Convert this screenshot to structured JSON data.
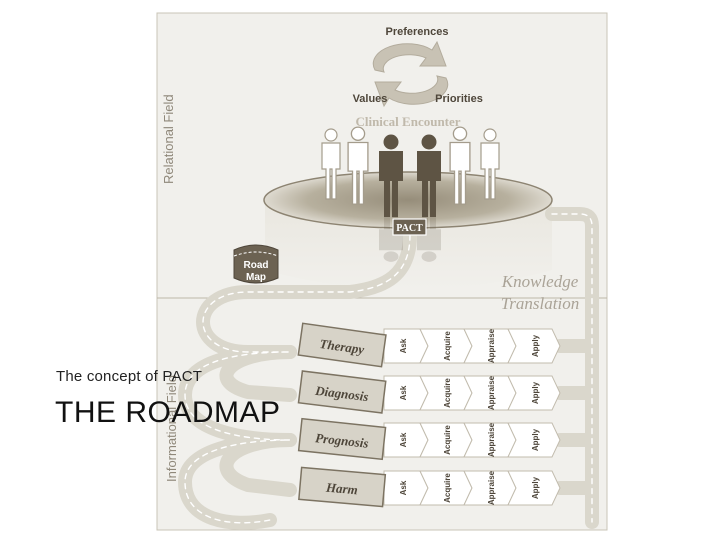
{
  "diagram": {
    "cycle": {
      "top": "Preferences",
      "left": "Values",
      "right": "Priorities"
    },
    "clinical_encounter": "Clinical Encounter",
    "pact_label": "PACT",
    "relational_field": "Relational Field",
    "informational_field": "Informational Field",
    "road_map": {
      "line1": "Road",
      "line2": "Map"
    },
    "knowledge_translation": {
      "line1": "Knowledge",
      "line2": "Translation"
    },
    "questions": [
      "Therapy",
      "Diagnosis",
      "Prognosis",
      "Harm"
    ],
    "steps": [
      "Ask",
      "Acquire",
      "Appraise",
      "Apply"
    ]
  },
  "caption": "The concept of PACT",
  "title": "THE ROADMAP",
  "colors": {
    "panel": "#f1f0ec",
    "road": "#dad7cc",
    "figure_dark": "#5e5444",
    "figure_light": "#a49c8c",
    "text_brown": "#4e463a",
    "muted": "#bbb4a6"
  }
}
